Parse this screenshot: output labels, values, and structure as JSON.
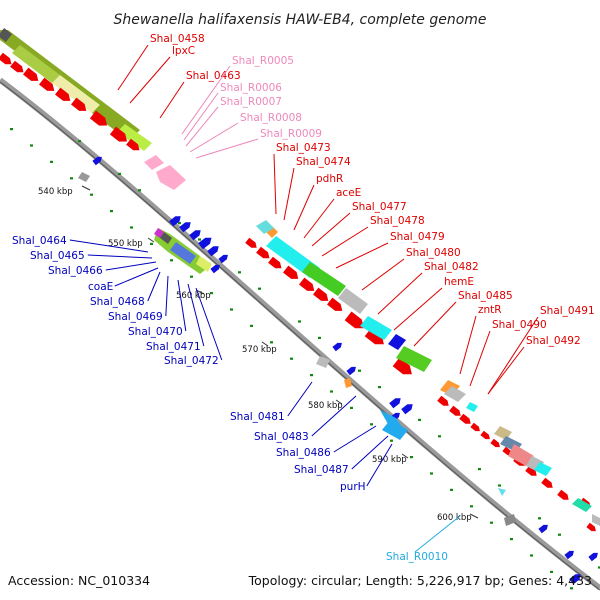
{
  "title": "Shewanella halifaxensis HAW-EB4, complete genome",
  "footer": {
    "accession": "Accession: NC_010334",
    "summary": "Topology: circular; Length: 5,226,917 bp; Genes: 4,433"
  },
  "colors": {
    "forward_label": "#dd0000",
    "reverse_label": "#0000bb",
    "rna_label": "#ee88bb",
    "misc_label": "#22aadd",
    "backbone": "#888888"
  },
  "ticks": [
    "540 kbp",
    "550 kbp",
    "560 kbp",
    "570 kbp",
    "580 kbp",
    "590 kbp",
    "600 kbp"
  ],
  "forward_labels": [
    "Shal_0458",
    "lpxC",
    "Shal_0463",
    "Shal_0473",
    "Shal_0474",
    "pdhR",
    "aceE",
    "Shal_0477",
    "Shal_0478",
    "Shal_0479",
    "Shal_0480",
    "Shal_0482",
    "hemE",
    "Shal_0485",
    "zntR",
    "Shal_0490",
    "Shal_0491",
    "Shal_0492"
  ],
  "rna_labels": [
    "Shal_R0005",
    "Shal_R0006",
    "Shal_R0007",
    "Shal_R0008",
    "Shal_R0009"
  ],
  "reverse_labels": [
    "Shal_0464",
    "Shal_0465",
    "Shal_0466",
    "coaE",
    "Shal_0468",
    "Shal_0469",
    "Shal_0470",
    "Shal_0471",
    "Shal_0472",
    "Shal_0481",
    "Shal_0483",
    "Shal_0486",
    "Shal_0487",
    "purH"
  ],
  "misc_labels": [
    "Shal_R0010"
  ]
}
